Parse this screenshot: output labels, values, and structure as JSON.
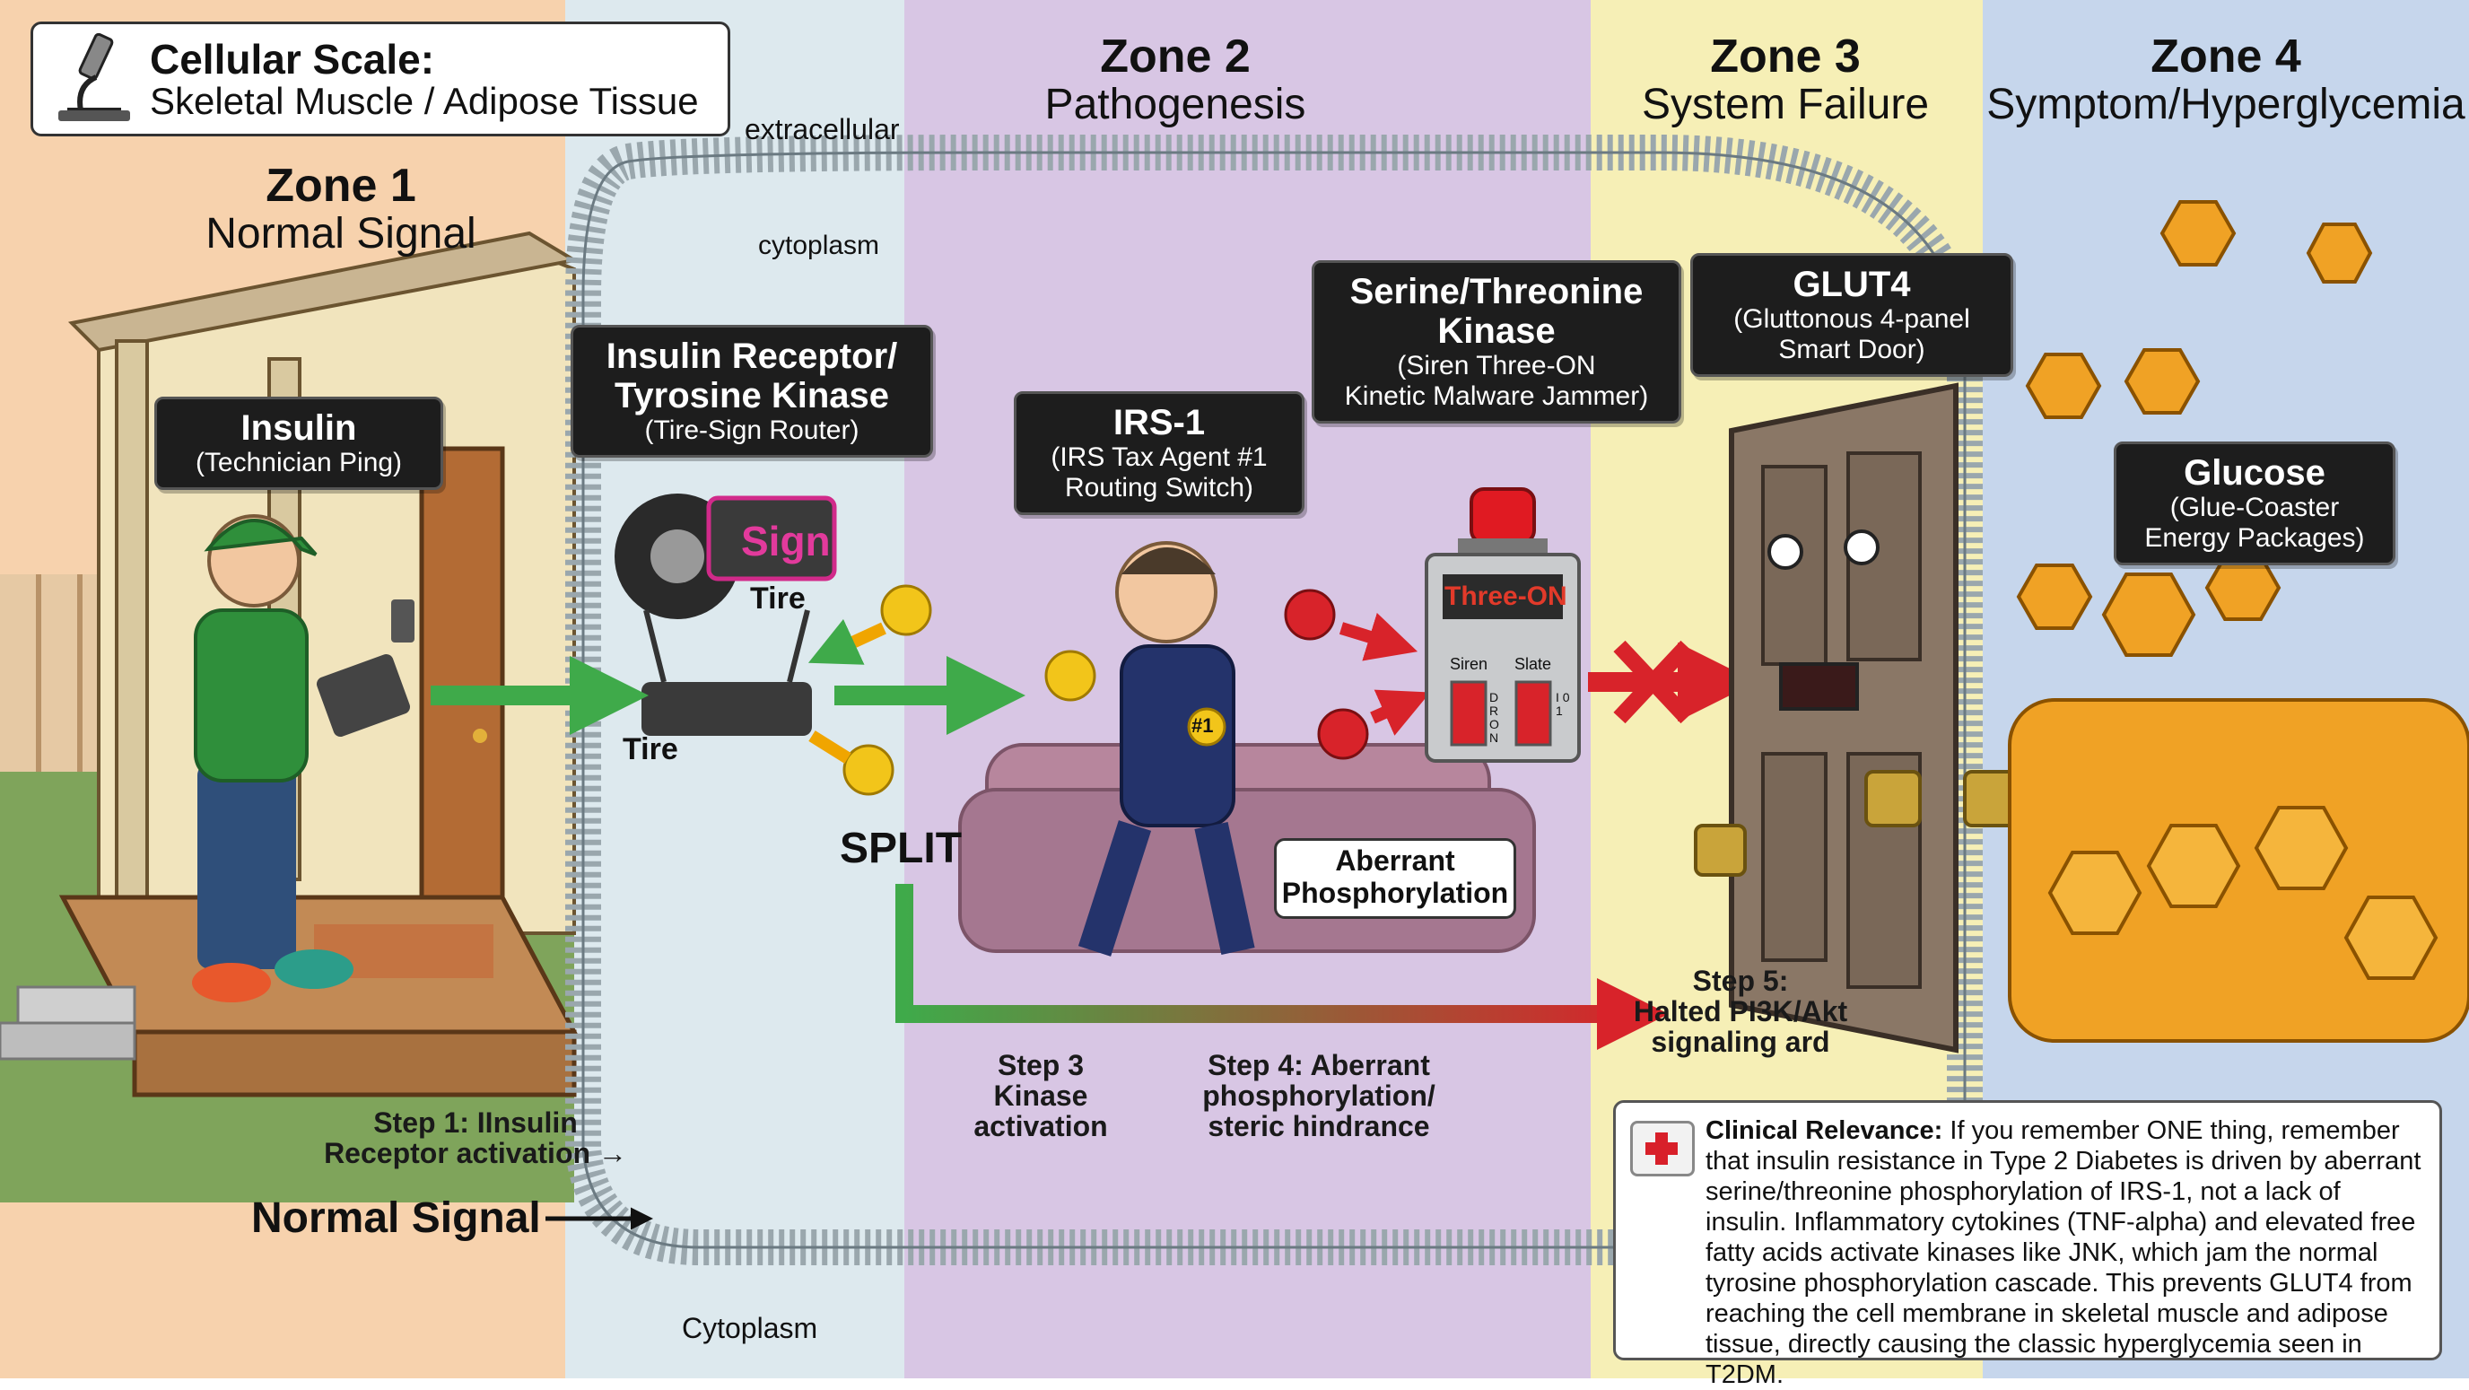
{
  "scale": {
    "title": "Cellular Scale:",
    "subtitle": "Skeletal Muscle / Adipose Tissue"
  },
  "zones": [
    {
      "title": "Zone 1",
      "subtitle": "Normal Signal"
    },
    {
      "title": "Zone 2",
      "subtitle": "Pathogenesis"
    },
    {
      "title": "Zone 3",
      "subtitle": "System Failure"
    },
    {
      "title": "Zone 4",
      "subtitle": "Symptom/Hyperglycemia"
    }
  ],
  "membrane": {
    "extracellular": "extracellular",
    "cytoplasm_top": "cytoplasm",
    "cytoplasm_bottom": "Cytoplasm"
  },
  "labels": {
    "insulin": {
      "title": "Insulin",
      "sub": "(Technician Ping)"
    },
    "receptor": {
      "title1": "Insulin Receptor/",
      "title2": "Tyrosine Kinase",
      "sub": "(Tire-Sign Router)"
    },
    "irs1": {
      "title": "IRS-1",
      "sub1": "(IRS Tax Agent #1",
      "sub2": "Routing Switch)"
    },
    "kinase": {
      "title1": "Serine/Threonine",
      "title2": "Kinase",
      "sub1": "(Siren Three-ON",
      "sub2": "Kinetic Malware Jammer)"
    },
    "glut4": {
      "title": "GLUT4",
      "sub1": "(Gluttonous 4-panel",
      "sub2": "Smart Door)"
    },
    "glucose": {
      "title": "Glucose",
      "sub1": "(Glue-Coaster",
      "sub2": "Energy Packages)"
    },
    "aberrant": {
      "line1": "Aberrant",
      "line2": "Phosphorylation"
    }
  },
  "router": {
    "sign": "Sign",
    "tire_top": "Tire",
    "tire_bottom": "Tire"
  },
  "agent_badge": "#1",
  "jammer": {
    "display": "Three-ON",
    "switch_left": "Siren",
    "switch_right": "Slate",
    "switch_text_left": "D R O N",
    "switch_text_right": "I 0 1"
  },
  "split": "SPLIT",
  "steps": {
    "step1": {
      "line1": "Step 1: IInsulin",
      "line2": "Receptor activation →"
    },
    "step3": {
      "line1": "Step 3",
      "line2": "Kinase",
      "line3": "activation"
    },
    "step4": {
      "line1": "Step 4: Aberrant",
      "line2": "phosphorylation/",
      "line3": "steric hindrance"
    },
    "step5": {
      "line1": "Step 5:",
      "line2": "Halted PI3K/Akt",
      "line3": "signaling ard"
    }
  },
  "normal_signal": "Normal Signal",
  "clinical": {
    "heading": "Clinical Relevance:",
    "body": "If you remember ONE thing, remember that insulin resistance in Type 2 Diabetes is driven by aberrant serine/threonine phosphorylation of IRS-1, not a lack of insulin. Inflammatory cytokines (TNF-alpha) and elevated free fatty acids activate kinases like JNK, which jam the normal tyrosine phosphorylation cascade. This prevents GLUT4 from reaching the cell membrane in skeletal muscle and adipose tissue, directly causing the classic hyperglycemia seen in T2DM."
  },
  "colors": {
    "zone1": "#f7d2ad",
    "zone2": "#d8c6e4",
    "zone3": "#f6efb6",
    "zone4": "#c6d6ec",
    "arrow_green": "#3faa4a",
    "arrow_red": "#d8232a"
  }
}
